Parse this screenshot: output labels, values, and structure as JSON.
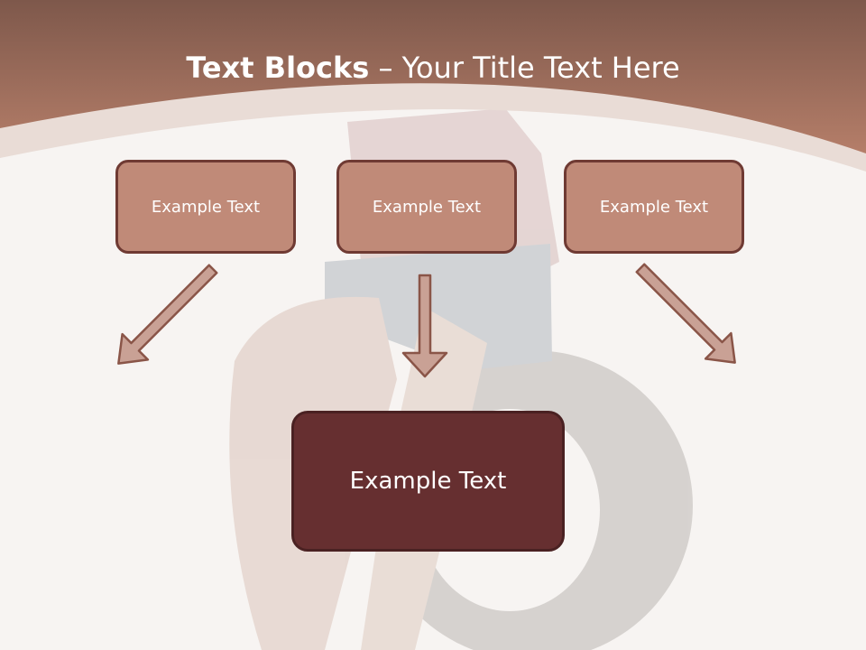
{
  "title": {
    "bold": "Text Blocks",
    "dash": " – ",
    "rest": "Your Title Text Here"
  },
  "blocks": [
    {
      "label": "Example Text"
    },
    {
      "label": "Example Text"
    },
    {
      "label": "Example Text"
    }
  ],
  "main_block": {
    "label": "Example Text"
  },
  "colors": {
    "header": "#a7725f",
    "box_fill": "#c08a78",
    "box_border": "#6f3a33",
    "main_fill": "#662f30",
    "arrow_fill": "#c9a195",
    "arrow_stroke": "#8a5548"
  }
}
